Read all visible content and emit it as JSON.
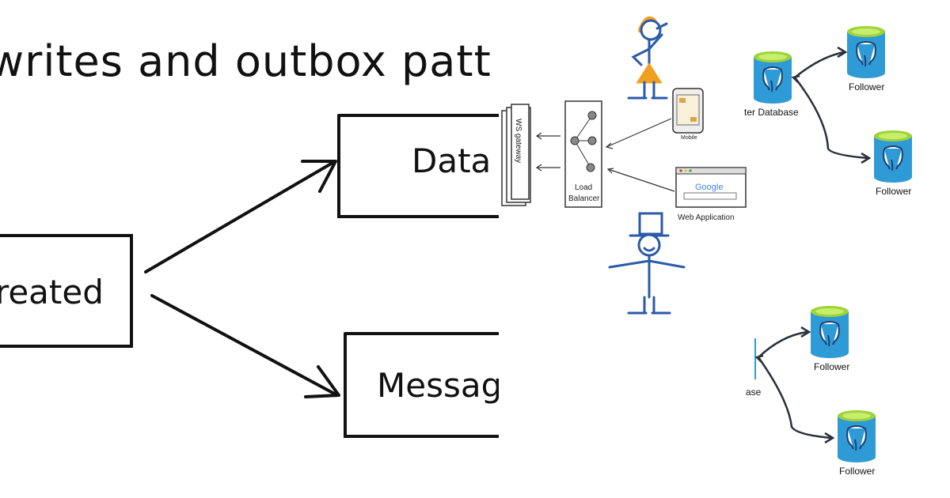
{
  "left_panel": {
    "title_fragment": "writes and outbox patt",
    "source_label": "reated",
    "target_top": "Data",
    "target_bottom": "Messag"
  },
  "middle_panel": {
    "ws_gateway": "WS gateway",
    "load_balancer_line1": "Load",
    "load_balancer_line2": "Balancer",
    "mobile": "Mobile",
    "web_application": "Web Application",
    "google": "Google",
    "colors": {
      "stick_blue": "#2b5aa8",
      "hair_orange": "#f0a020"
    }
  },
  "right_panel": {
    "top_cluster": {
      "leader_label": "ter Database",
      "follower_1": "Follower",
      "follower_2": "Follower"
    },
    "bottom_cluster": {
      "leader_label": "ase",
      "follower_1": "Follower",
      "follower_2": "Follower"
    },
    "colors": {
      "cylinder_body": "#2f9bd6",
      "cylinder_top": "#9fd33a",
      "elephant": "#1d3f6e"
    }
  }
}
